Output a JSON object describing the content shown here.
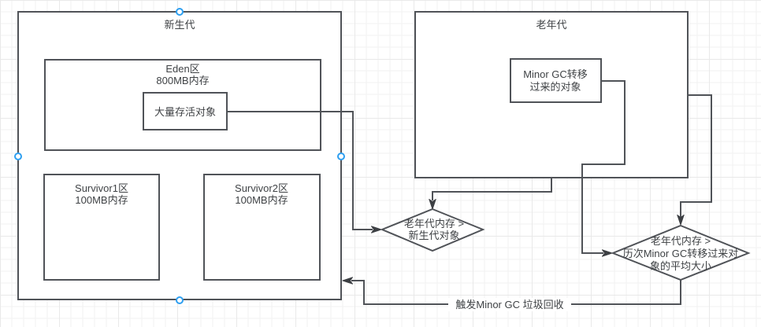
{
  "diagram": {
    "type": "flowchart",
    "topic": "JVM young/old generation Minor GC flow"
  },
  "colors": {
    "background": "#ffffff",
    "grid_minor": "#f2f2f2",
    "grid_major": "#e9e9e9",
    "shape_stroke": "#505358",
    "text": "#3f4245",
    "arrow": "#3c3f43",
    "selection_handle": "#2e9ff0"
  },
  "nodes": {
    "young_gen": {
      "label": "新生代"
    },
    "eden": {
      "line1": "Eden区",
      "line2": "800MB内存"
    },
    "surviving_objects": {
      "label": "大量存活对象"
    },
    "survivor1": {
      "line1": "Survivor1区",
      "line2": "100MB内存"
    },
    "survivor2": {
      "line1": "Survivor2区",
      "line2": "100MB内存"
    },
    "old_gen": {
      "label": "老年代"
    },
    "minor_gc_objects": {
      "line1": "Minor GC转移",
      "line2": "过来的对象"
    },
    "decision_new_objects": {
      "line1": "老年代内存 >",
      "line2": "新生代对象"
    },
    "decision_avg_size": {
      "line1": "老年代内存 >",
      "line2": "历次Minor GC转移过来对",
      "line3": "象的平均大小"
    }
  },
  "edges": {
    "trigger_minor_gc": {
      "label": "触发Minor GC 垃圾回收"
    }
  }
}
